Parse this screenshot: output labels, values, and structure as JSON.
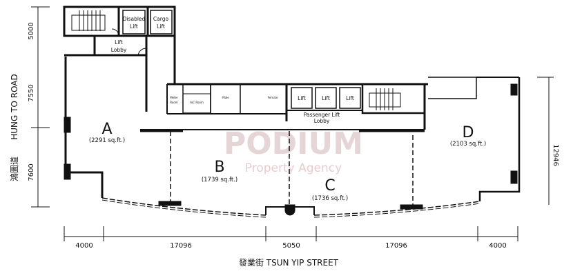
{
  "plan": {
    "units": [
      {
        "letter": "A",
        "area": "(2291 sq.ft.)"
      },
      {
        "letter": "B",
        "area": "(1739 sq.ft.)"
      },
      {
        "letter": "C",
        "area": "(1736 sq.ft.)"
      },
      {
        "letter": "D",
        "area": "(2103 sq.ft.)"
      }
    ],
    "rooms": {
      "disabled_lift": [
        "Disabled",
        "Lift"
      ],
      "cargo_lift": [
        "Cargo",
        "Lift"
      ],
      "lift_lobby": [
        "Lift",
        "Lobby"
      ],
      "passenger_lift": [
        "Lift",
        "Lift",
        "Lift"
      ],
      "passenger_lift_lobby": [
        "Passenger Lift",
        "Lobby"
      ],
      "meter_room": [
        "Meter",
        "Room"
      ],
      "ac_room": "A/C Room",
      "male": "Male",
      "female": "Female"
    },
    "left_dimensions": [
      "5000",
      "7550",
      "7600"
    ],
    "right_dimension": "12946",
    "bottom_dimensions": [
      "4000",
      "17096",
      "5050",
      "17096",
      "4000"
    ],
    "street_label": "發業街  TSUN YIP STREET",
    "road_label": "HUNG TO ROAD",
    "road_label_cn": "鴻圖道"
  },
  "watermark": {
    "line1": "PODIUM",
    "line2": "Property Agency"
  }
}
